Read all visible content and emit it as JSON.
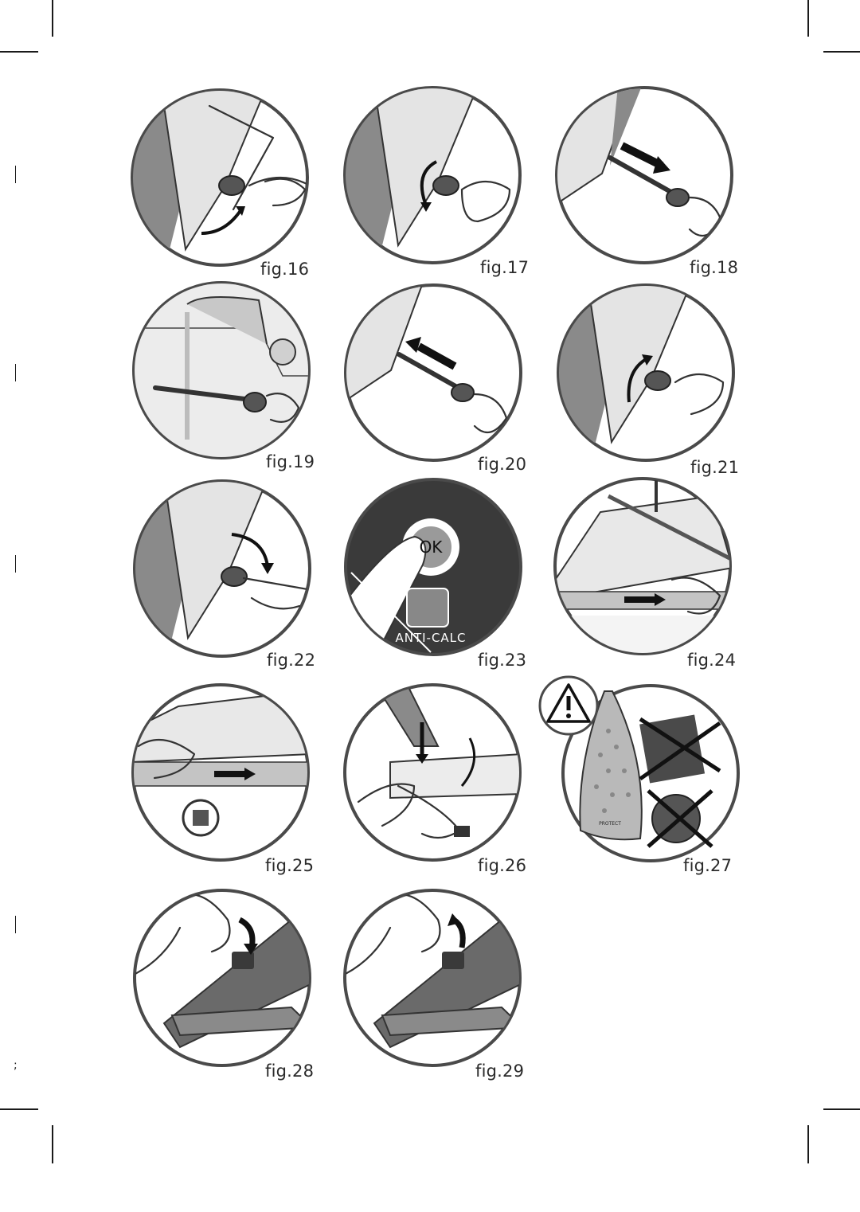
{
  "figures": [
    {
      "id": "fig16",
      "caption": "fig.16",
      "scene": "unscrew-cap"
    },
    {
      "id": "fig17",
      "caption": "fig.17",
      "scene": "turn-cap"
    },
    {
      "id": "fig18",
      "caption": "fig.18",
      "scene": "pull-rod"
    },
    {
      "id": "fig19",
      "caption": "fig.19",
      "scene": "rinse-rod"
    },
    {
      "id": "fig20",
      "caption": "fig.20",
      "scene": "insert-rod"
    },
    {
      "id": "fig21",
      "caption": "fig.21",
      "scene": "tighten-cap"
    },
    {
      "id": "fig22",
      "caption": "fig.22",
      "scene": "press-cap"
    },
    {
      "id": "fig23",
      "caption": "fig.23",
      "scene": "ok-button",
      "button_text": "OK",
      "panel_label": "ANTI-CALC"
    },
    {
      "id": "fig24",
      "caption": "fig.24",
      "scene": "slide-collector"
    },
    {
      "id": "fig25",
      "caption": "fig.25",
      "scene": "slide-collector-out"
    },
    {
      "id": "fig26",
      "caption": "fig.26",
      "scene": "wind-cord"
    },
    {
      "id": "fig27",
      "caption": "fig.27",
      "scene": "soleplate-warning",
      "soleplate_text": "PROTECT"
    },
    {
      "id": "fig28",
      "caption": "fig.28",
      "scene": "lock-down"
    },
    {
      "id": "fig29",
      "caption": "fig.29",
      "scene": "unlock-up"
    }
  ],
  "page_marker": ";",
  "colors": {
    "ink": "#2b2b2b",
    "ring": "#4a4a4a",
    "iron_body": "#8a8a8a",
    "iron_light": "#e4e4e4",
    "dark_panel": "#3a3a3a",
    "soleplate": "#b9b9b9",
    "red_accent": "#b0a0a0"
  },
  "icons": [
    "rotate-arrow-icon",
    "push-arrow-icon",
    "warning-triangle-icon",
    "cross-out-icon",
    "plug-icon"
  ]
}
